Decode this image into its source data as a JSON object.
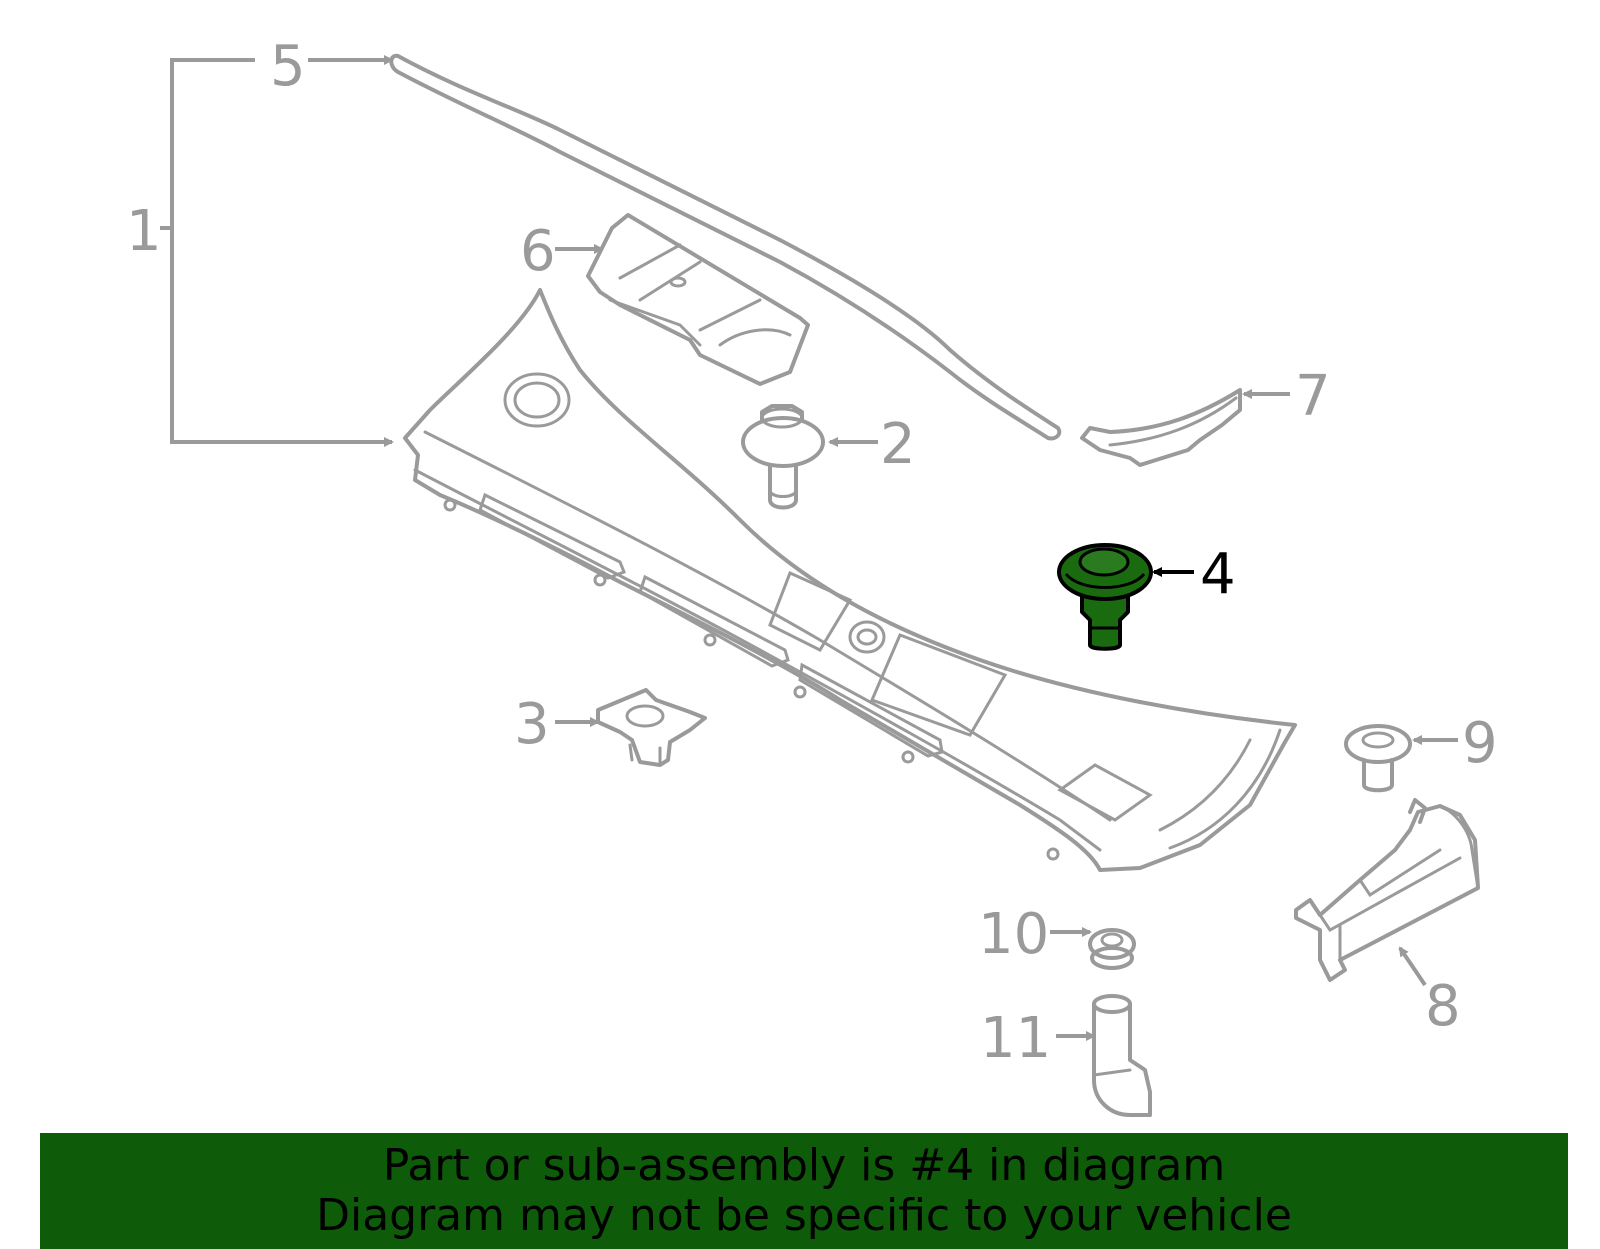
{
  "callouts": [
    "1",
    "2",
    "3",
    "4",
    "5",
    "6",
    "7",
    "8",
    "9",
    "10",
    "11"
  ],
  "highlighted_part": "4",
  "colors": {
    "part_outline": "#9a9a9a",
    "highlight_fill": "#1a6b10",
    "highlight_outline": "#000000",
    "banner_background": "#0e5c0a",
    "banner_text": "#000000"
  },
  "banner": {
    "line1": "Part or sub-assembly is #4 in diagram",
    "line2": "Diagram may not be specific to your vehicle"
  }
}
